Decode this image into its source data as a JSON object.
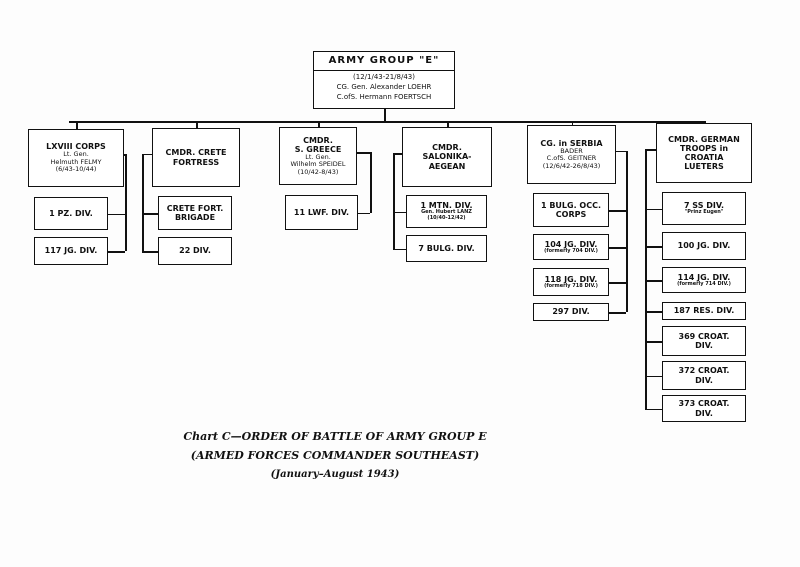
{
  "root": {
    "title": "ARMY GROUP \"E\"",
    "dates": "(12/1/43-21/8/43)",
    "cg": "CG. Gen. Alexander LOEHR",
    "cofs": "C.ofS. Hermann FOERTSCH"
  },
  "commands": [
    {
      "lines": [
        "LXVIII CORPS",
        "Lt. Gen.",
        "Helmuth FELMY",
        "(6/43-10/44)"
      ],
      "subs": [
        [
          "1 PZ. DIV."
        ],
        [
          "117 JG. DIV."
        ]
      ]
    },
    {
      "lines": [
        "CMDR. CRETE",
        "FORTRESS"
      ],
      "subs": [
        [
          "CRETE FORT.",
          "BRIGADE"
        ],
        [
          "22 DIV."
        ]
      ]
    },
    {
      "lines": [
        "CMDR.",
        "S. GREECE",
        "Lt. Gen.",
        "Wilhelm SPEIDEL",
        "(10/42-8/43)"
      ],
      "subs": [
        [
          "11 LWF. DIV."
        ]
      ]
    },
    {
      "lines": [
        "CMDR.",
        "SALONIKA-",
        "AEGEAN"
      ],
      "subs": [
        [
          "1 MTN. DIV.",
          "Gen. Hubert LANZ",
          "(10/40-12/42)"
        ],
        [
          "7 BULG. DIV."
        ]
      ]
    },
    {
      "lines": [
        "CG. in SERBIA",
        "BADER",
        "C.ofS. GEITNER",
        "(12/6/42-26/8/43)"
      ],
      "subs": [
        [
          "1 BULG. OCC.",
          "CORPS"
        ],
        [
          "104 JG. DIV.",
          "(formerly 704 DIV.)"
        ],
        [
          "118 JG. DIV.",
          "(formerly 718 DIV.)"
        ],
        [
          "297 DIV."
        ]
      ]
    },
    {
      "lines": [
        "CMDR. GERMAN",
        "TROOPS in",
        "CROATIA",
        "LUETERS"
      ],
      "subs": [
        [
          "7 SS DIV.",
          "\"Prinz Eugen\""
        ],
        [
          "100 JG. DIV."
        ],
        [
          "114 JG. DIV.",
          "(formerly 714 DIV.)"
        ],
        [
          "187 RES. DIV."
        ],
        [
          "369 CROAT.",
          "DIV."
        ],
        [
          "372 CROAT.",
          "DIV."
        ],
        [
          "373 CROAT.",
          "DIV."
        ]
      ]
    }
  ],
  "caption": {
    "line1": "Chart C—ORDER OF BATTLE OF ARMY GROUP E",
    "line2": "(ARMED FORCES COMMANDER SOUTHEAST)",
    "line3": "(January–August 1943)"
  }
}
